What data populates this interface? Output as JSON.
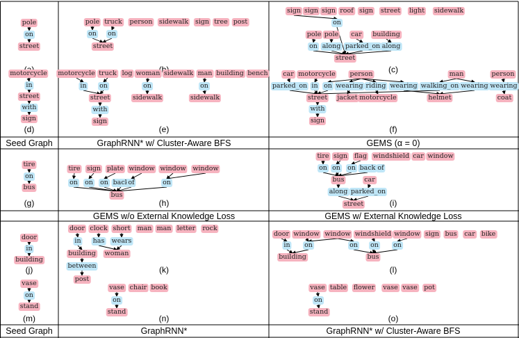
{
  "header_labels": {
    "seed_top": "Seed Graph",
    "e_method": "GraphRNN* w/ Cluster-Aware BFS",
    "f_method": "GEMS (α = 0)",
    "h_method": "GEMS w/o External Knowledge Loss",
    "i_method": "GEMS w/ External Knowledge Loss",
    "seed_bottom": "Seed Graph",
    "n_method": "GraphRNN*",
    "o_method": "GraphRNN* w/ Cluster-Aware BFS"
  },
  "panel_labels": [
    "(a)",
    "(b)",
    "(c)",
    "(d)",
    "(e)",
    "(f)",
    "(g)",
    "(h)",
    "(i)",
    "(j)",
    "(k)",
    "(l)",
    "(m)",
    "(n)",
    "(o)"
  ],
  "colors": {
    "object_node": "#f6b3bf",
    "relation_node": "#bfe6f7",
    "edge": "#000000"
  },
  "nodes": {
    "a_pole": "pole",
    "a_on": "on",
    "a_street": "street",
    "b_pole": "pole",
    "b_truck": "truck",
    "b_person": "person",
    "b_sidewalk": "sidewalk",
    "b_sign": "sign",
    "b_tree": "tree",
    "b_post": "post",
    "b_on1": "on",
    "b_on2": "on",
    "b_street": "street",
    "c_sign1": "sign",
    "c_sign2": "sign",
    "c_sign3": "sign",
    "c_roof": "roof",
    "c_sign4": "sign",
    "c_street_top": "street",
    "c_light": "light",
    "c_sidewalk": "sidewalk",
    "c_on_top": "on",
    "c_pole1": "pole",
    "c_pole2": "pole",
    "c_car": "car",
    "c_building": "building",
    "c_on": "on",
    "c_along1": "along",
    "c_parked_on": "parked_on",
    "c_along2": "along",
    "c_street": "street",
    "d_motorcycle": "motorcycle",
    "d_in": "in",
    "d_street": "street",
    "d_with": "with",
    "d_sign": "sign",
    "e_motorcycle": "motorcycle",
    "e_truck": "truck",
    "e_log": "log",
    "e_woman": "woman",
    "e_sidewalk1": "sidewalk",
    "e_man": "man",
    "e_building": "building",
    "e_bench": "bench",
    "e_in": "in",
    "e_on1": "on",
    "e_on2": "on",
    "e_on3": "on",
    "e_street": "street",
    "e_sidewalk2": "sidewalk",
    "e_sidewalk3": "sidewalk",
    "e_with": "with",
    "e_sign": "sign",
    "f_car": "car",
    "f_motorcycle": "motorcycle",
    "f_person1": "person",
    "f_man": "man",
    "f_person2": "person",
    "f_parked_on": "parked_on",
    "f_in": "in",
    "f_on": "on",
    "f_wearing1": "wearing",
    "f_riding": "riding",
    "f_wearing2": "wearing",
    "f_walking_on": "walking_on",
    "f_wearing3": "wearing",
    "f_wearing4": "wearing",
    "f_street": "street",
    "f_jacket": "jacket",
    "f_motorcycle2": "motorcycle",
    "f_helmet": "helmet",
    "f_coat": "coat",
    "f_with": "with",
    "f_sign": "sign",
    "g_tire": "tire",
    "g_on": "on",
    "g_bus": "bus",
    "h_tire": "tire",
    "h_sign": "sign",
    "h_plate": "plate",
    "h_window1": "window",
    "h_window2": "window",
    "h_window3": "window",
    "h_on1": "on",
    "h_on2": "on",
    "h_on3": "on",
    "h_back": "back",
    "h_of": "of",
    "h_on4": "on",
    "h_bus": "bus",
    "i_tire": "tire",
    "i_sign": "sign",
    "i_flag": "flag",
    "i_windshield": "windshield",
    "i_car_top": "car",
    "i_window": "window",
    "i_on1": "on",
    "i_on2": "on",
    "i_on3": "on",
    "i_back": "back",
    "i_of": "of",
    "i_bus": "bus",
    "i_car": "car",
    "i_parked_on": "parked_on",
    "i_along": "along",
    "i_street": "street",
    "j_door": "door",
    "j_in": "in",
    "j_building": "building",
    "k_door": "door",
    "k_clock": "clock",
    "k_short": "short",
    "k_man1": "man",
    "k_man2": "man",
    "k_letter": "letter",
    "k_rock": "rock",
    "k_in": "in",
    "k_has": "has",
    "k_wears": "wears",
    "k_building": "building",
    "k_woman": "woman",
    "k_between": "between",
    "k_post": "post",
    "l_door": "door",
    "l_window1": "window",
    "l_window2": "window",
    "l_windshield": "windshield",
    "l_window3": "window",
    "l_sign": "sign",
    "l_bus_top": "bus",
    "l_car": "car",
    "l_bike": "bike",
    "l_in": "in",
    "l_on1": "on",
    "l_on2": "on",
    "l_on3": "on",
    "l_on4": "on",
    "l_building": "building",
    "l_bus": "bus",
    "m_vase": "vase",
    "m_on": "on",
    "m_stand": "stand",
    "n_vase": "vase",
    "n_chair": "chair",
    "n_book": "book",
    "n_on": "on",
    "n_stand": "stand",
    "o_vase1": "vase",
    "o_table": "table",
    "o_flower": "flower",
    "o_vase2": "vase",
    "o_vase3": "vase",
    "o_pot": "pot",
    "o_on": "on",
    "o_stand": "stand"
  }
}
